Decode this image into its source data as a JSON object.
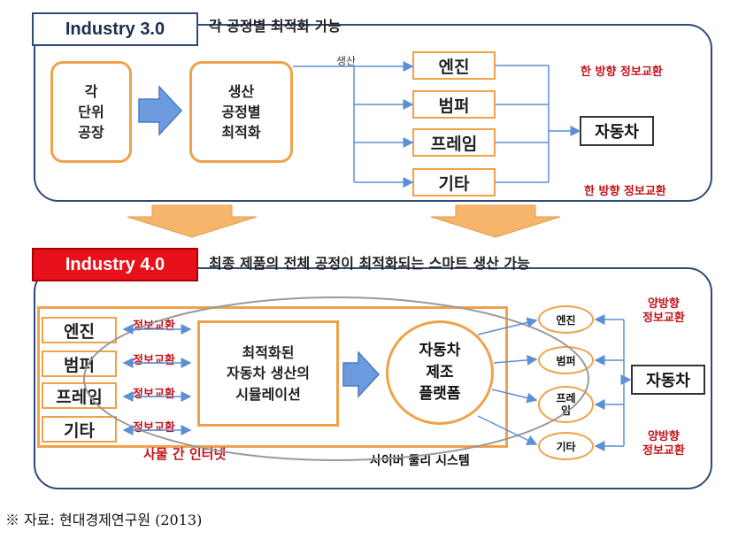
{
  "industry30": {
    "title": "Industry 3.0",
    "caption": "각 공정별 최적화 가능",
    "unit_factory": "각\n단위\n공장",
    "process_opt": "생산\n공정별\n최적화",
    "production_label": "생산",
    "parts": [
      "엔진",
      "범퍼",
      "프레임",
      "기타"
    ],
    "car": "자동차",
    "oneway_top": "한 방향 정보교환",
    "oneway_bottom": "한 방향 정보교환"
  },
  "industry40": {
    "title": "Industry 4.0",
    "caption": "최종 제품의 전체 공정이 최적화되는 스마트 생산 가능",
    "parts": [
      "엔진",
      "범퍼",
      "프레임",
      "기타"
    ],
    "info_exchange": [
      "정보교환",
      "정보교환",
      "정보교환",
      "정보교환"
    ],
    "simulation": "최적화된\n자동차 생산의\n시뮬레이션",
    "platform": "자동차\n제조\n플랫폼",
    "iot": "사물 간 인터넷",
    "cps": "사이버 물리 시스템",
    "ellipses": [
      "엔진",
      "범퍼",
      "프레\n임",
      "기타"
    ],
    "car": "자동차",
    "bidir_top": "양방향\n정보교환",
    "bidir_bottom": "양방향\n정보교환"
  },
  "source": "※ 자료: 현대경제연구원 (2013)",
  "colors": {
    "frame": "#2f4a7a",
    "orange": "#f0a24a",
    "red": "#c0141a",
    "arrow_blue": "#5b8fd6"
  }
}
